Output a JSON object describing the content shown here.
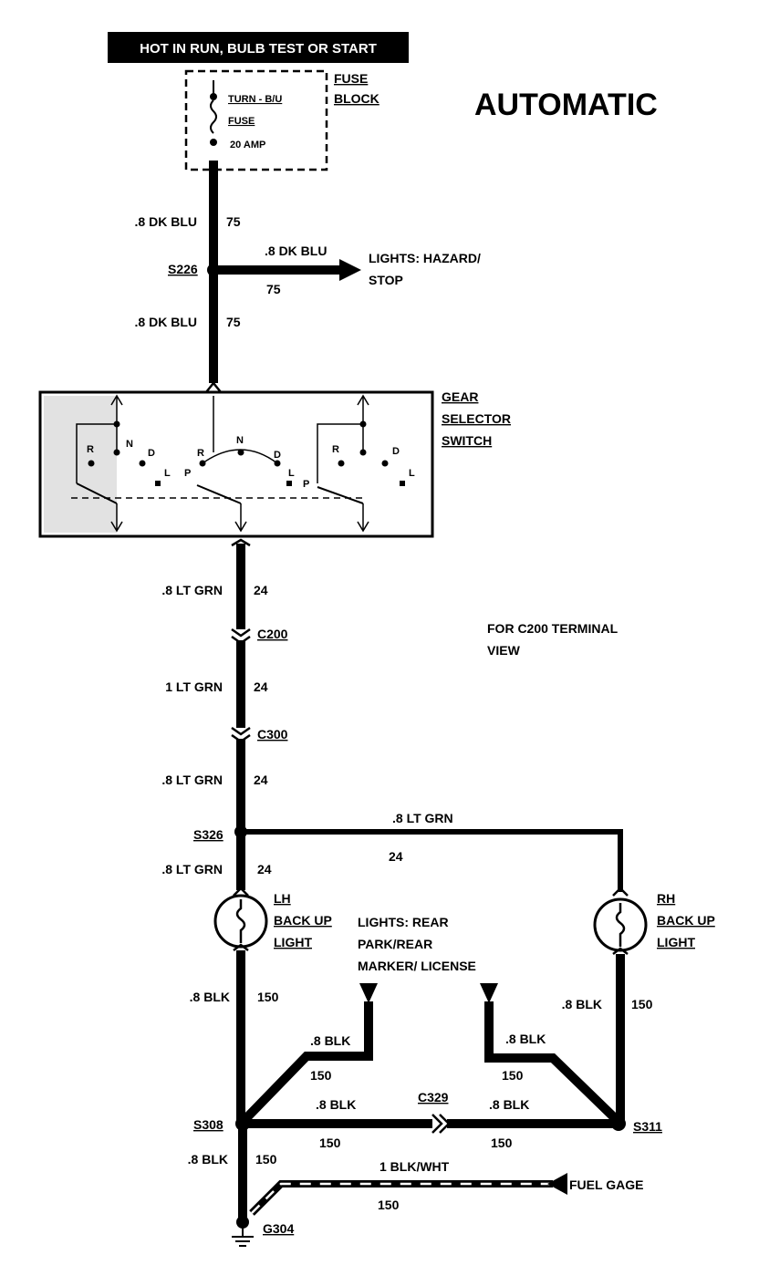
{
  "header": {
    "power_condition": "HOT IN RUN,   BULB TEST OR START",
    "title": "AUTOMATIC"
  },
  "fuse_block": {
    "label_line1": "FUSE",
    "label_line2": "BLOCK",
    "fuse_name_line1": "TURN - B/U",
    "fuse_name_line2": "FUSE",
    "rating": "20 AMP"
  },
  "wires": {
    "w1_gauge": ".8 DK BLU",
    "w1_circuit": "75",
    "splice_s226": "S226",
    "hazard_gauge": ".8 DK BLU",
    "hazard_circuit": "75",
    "hazard_dest_line1": "LIGHTS:  HAZARD/",
    "hazard_dest_line2": "STOP",
    "w2_gauge": ".8 DK BLU",
    "w2_circuit": "75",
    "w3_gauge": ".8 LT GRN",
    "w3_circuit": "24",
    "conn_c200": "C200",
    "w4_gauge": "1 LT GRN",
    "w4_circuit": "24",
    "conn_c300": "C300",
    "w5_gauge": ".8 LT GRN",
    "w5_circuit": "24",
    "splice_s326": "S326",
    "rh_feed_gauge": ".8 LT GRN",
    "rh_feed_circuit": "24",
    "w6_gauge": ".8 LT GRN",
    "w6_circuit": "24"
  },
  "gear_switch": {
    "label_line1": "GEAR",
    "label_line2": "SELECTOR",
    "label_line3": "SWITCH",
    "positions": [
      "P",
      "R",
      "N",
      "D",
      "L"
    ]
  },
  "note": {
    "line1": "FOR C200 TERMINAL",
    "line2": "VIEW"
  },
  "lh_light": {
    "line1": "LH",
    "line2": "BACK UP",
    "line3": "LIGHT"
  },
  "rh_light": {
    "line1": "RH",
    "line2": "BACK UP",
    "line3": "LIGHT"
  },
  "rear_lights": {
    "line1": "LIGHTS: REAR",
    "line2": "PARK/REAR",
    "line3": "MARKER/ LICENSE"
  },
  "grounds": {
    "lh_gnd_gauge": ".8 BLK",
    "lh_gnd_circuit": "150",
    "rear_left_gauge": ".8 BLK",
    "rear_left_circuit": "150",
    "rear_right_gauge": ".8 BLK",
    "rear_right_circuit": "150",
    "rh_gnd_gauge": ".8 BLK",
    "rh_gnd_circuit": "150",
    "splice_s308": "S308",
    "s308_right_gauge": ".8 BLK",
    "s308_right_circuit": "150",
    "conn_c329": "C329",
    "c329_right_gauge": ".8 BLK",
    "c329_right_circuit": "150",
    "splice_s311": "S311",
    "g304_gauge": ".8 BLK",
    "g304_circuit": "150",
    "fuel_gage_gauge": "1 BLK/WHT",
    "fuel_gage_circuit": "150",
    "fuel_gage_dest": "FUEL GAGE",
    "ground_g304": "G304"
  }
}
